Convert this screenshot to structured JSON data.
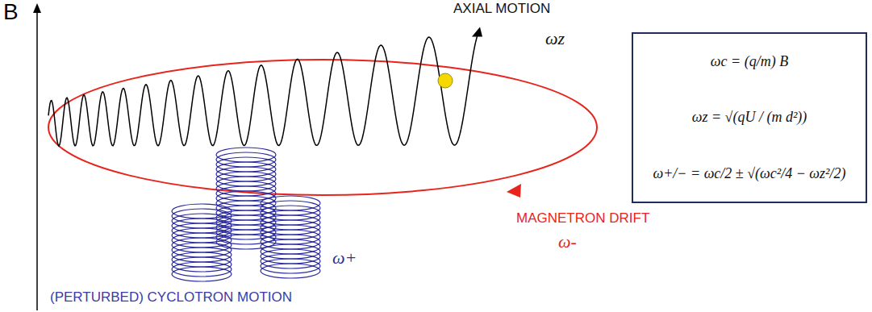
{
  "diagram": {
    "nodes": [
      {
        "text": [
          "ωc = (q/m) B",
          "ωz = √(qU / (m d²))",
          "ω+/− = ωc/2 ± √(ωc²/4 − ωz²/2)"
        ]
      }
    ],
    "labels": [
      "B",
      "AXIAL MOTION",
      "ωz",
      "MAGNETRON DRIFT",
      "ω-",
      "ω+",
      "(PERTURBED) CYCLOTRON MOTION"
    ]
  }
}
